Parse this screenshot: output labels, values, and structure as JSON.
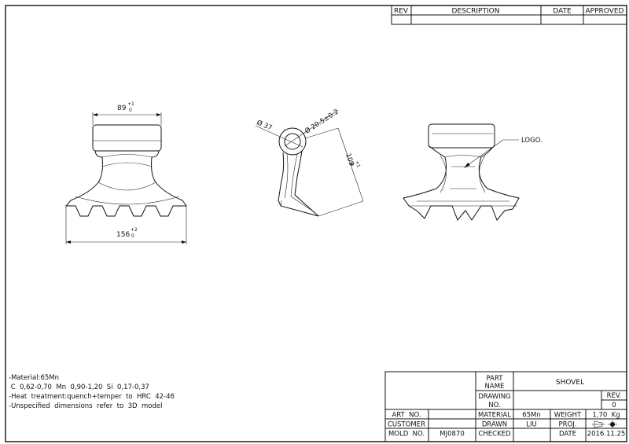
{
  "revision_table": {
    "headers": [
      "REV",
      "DESCRIPTION",
      "DATE",
      "APPROVED"
    ]
  },
  "views": {
    "front": {
      "top_width": "89",
      "top_tol_upper": "+1",
      "top_tol_lower": "0",
      "bottom_width": "156",
      "bottom_tol_upper": "+2",
      "bottom_tol_lower": "0"
    },
    "side": {
      "outer_dia": "Ø 37",
      "inner_dia": "Ø 20.5±0.2",
      "length": "109",
      "length_tol_upper": "+1",
      "length_tol_lower": "0"
    },
    "iso": {
      "logo_label": "LOGO."
    }
  },
  "notes": [
    "-Material:65Mn",
    " C  0,62-0,70  Mn  0,90-1,20  Si  0,17-0,37",
    "-Heat  treatment:quench+temper  to  HRC  42-46",
    "-Unspecified  dimensions  refer  to  3D  model"
  ],
  "title_block": {
    "part_name_label": "PART",
    "part_name_label2": "NAME",
    "part_name": "SHOVEL",
    "drawing_no_label": "DRAWING",
    "drawing_no_label2": "NO.",
    "rev_label": "REV.",
    "rev": "0",
    "art_no_label": "ART  NO.",
    "customer_label": "CUSTOMER",
    "mold_no_label": "MOLD  NO.",
    "mold_no": "MJ0870",
    "material_label": "MATERIAL",
    "material": "65Mn",
    "drawn_label": "DRAWN",
    "drawn": "LIU",
    "checked_label": "CHECKED",
    "weight_label": "WEIGHT",
    "weight": "1,70  Kg",
    "proj_label": "PROJ.",
    "date_label": "DATE",
    "date": "2016.11.25"
  }
}
